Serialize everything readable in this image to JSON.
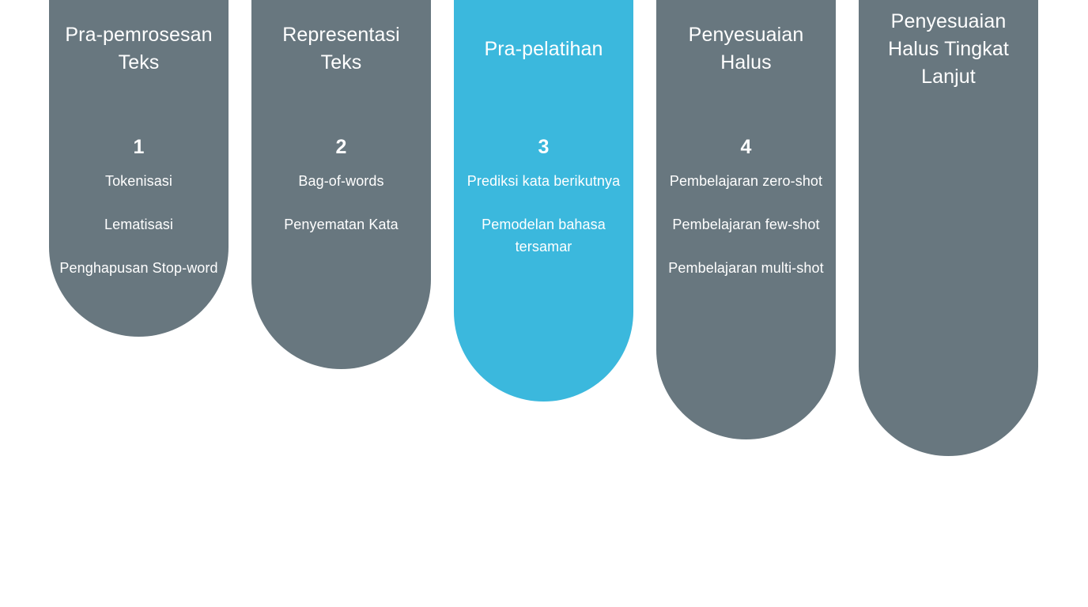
{
  "diagram": {
    "type": "pipeline-stages",
    "background_color": "#ffffff",
    "palette": {
      "default_stage": "#68777f",
      "highlight_stage": "#3bb8dd",
      "text": "#ffffff"
    },
    "stages": [
      {
        "title": "Pra-pemrosesan Teks",
        "number": "1",
        "highlighted": false,
        "items": [
          "Tokenisasi",
          "Lematisasi",
          "Penghapusan Stop-word"
        ]
      },
      {
        "title": "Representasi Teks",
        "number": "2",
        "highlighted": false,
        "items": [
          "Bag-of-words",
          "Penyematan Kata"
        ]
      },
      {
        "title": "Pra-pelatihan",
        "number": "3",
        "highlighted": true,
        "items": [
          "Prediksi kata berikutnya",
          "Pemodelan bahasa tersamar"
        ]
      },
      {
        "title": "Penyesuaian Halus",
        "number": "4",
        "highlighted": false,
        "items": [
          "Pembelajaran zero-shot",
          "Pembelajaran few-shot",
          "Pembelajaran multi-shot"
        ]
      },
      {
        "title": "Penyesuaian Halus Tingkat Lanjut",
        "number": "",
        "highlighted": false,
        "items": []
      }
    ]
  }
}
